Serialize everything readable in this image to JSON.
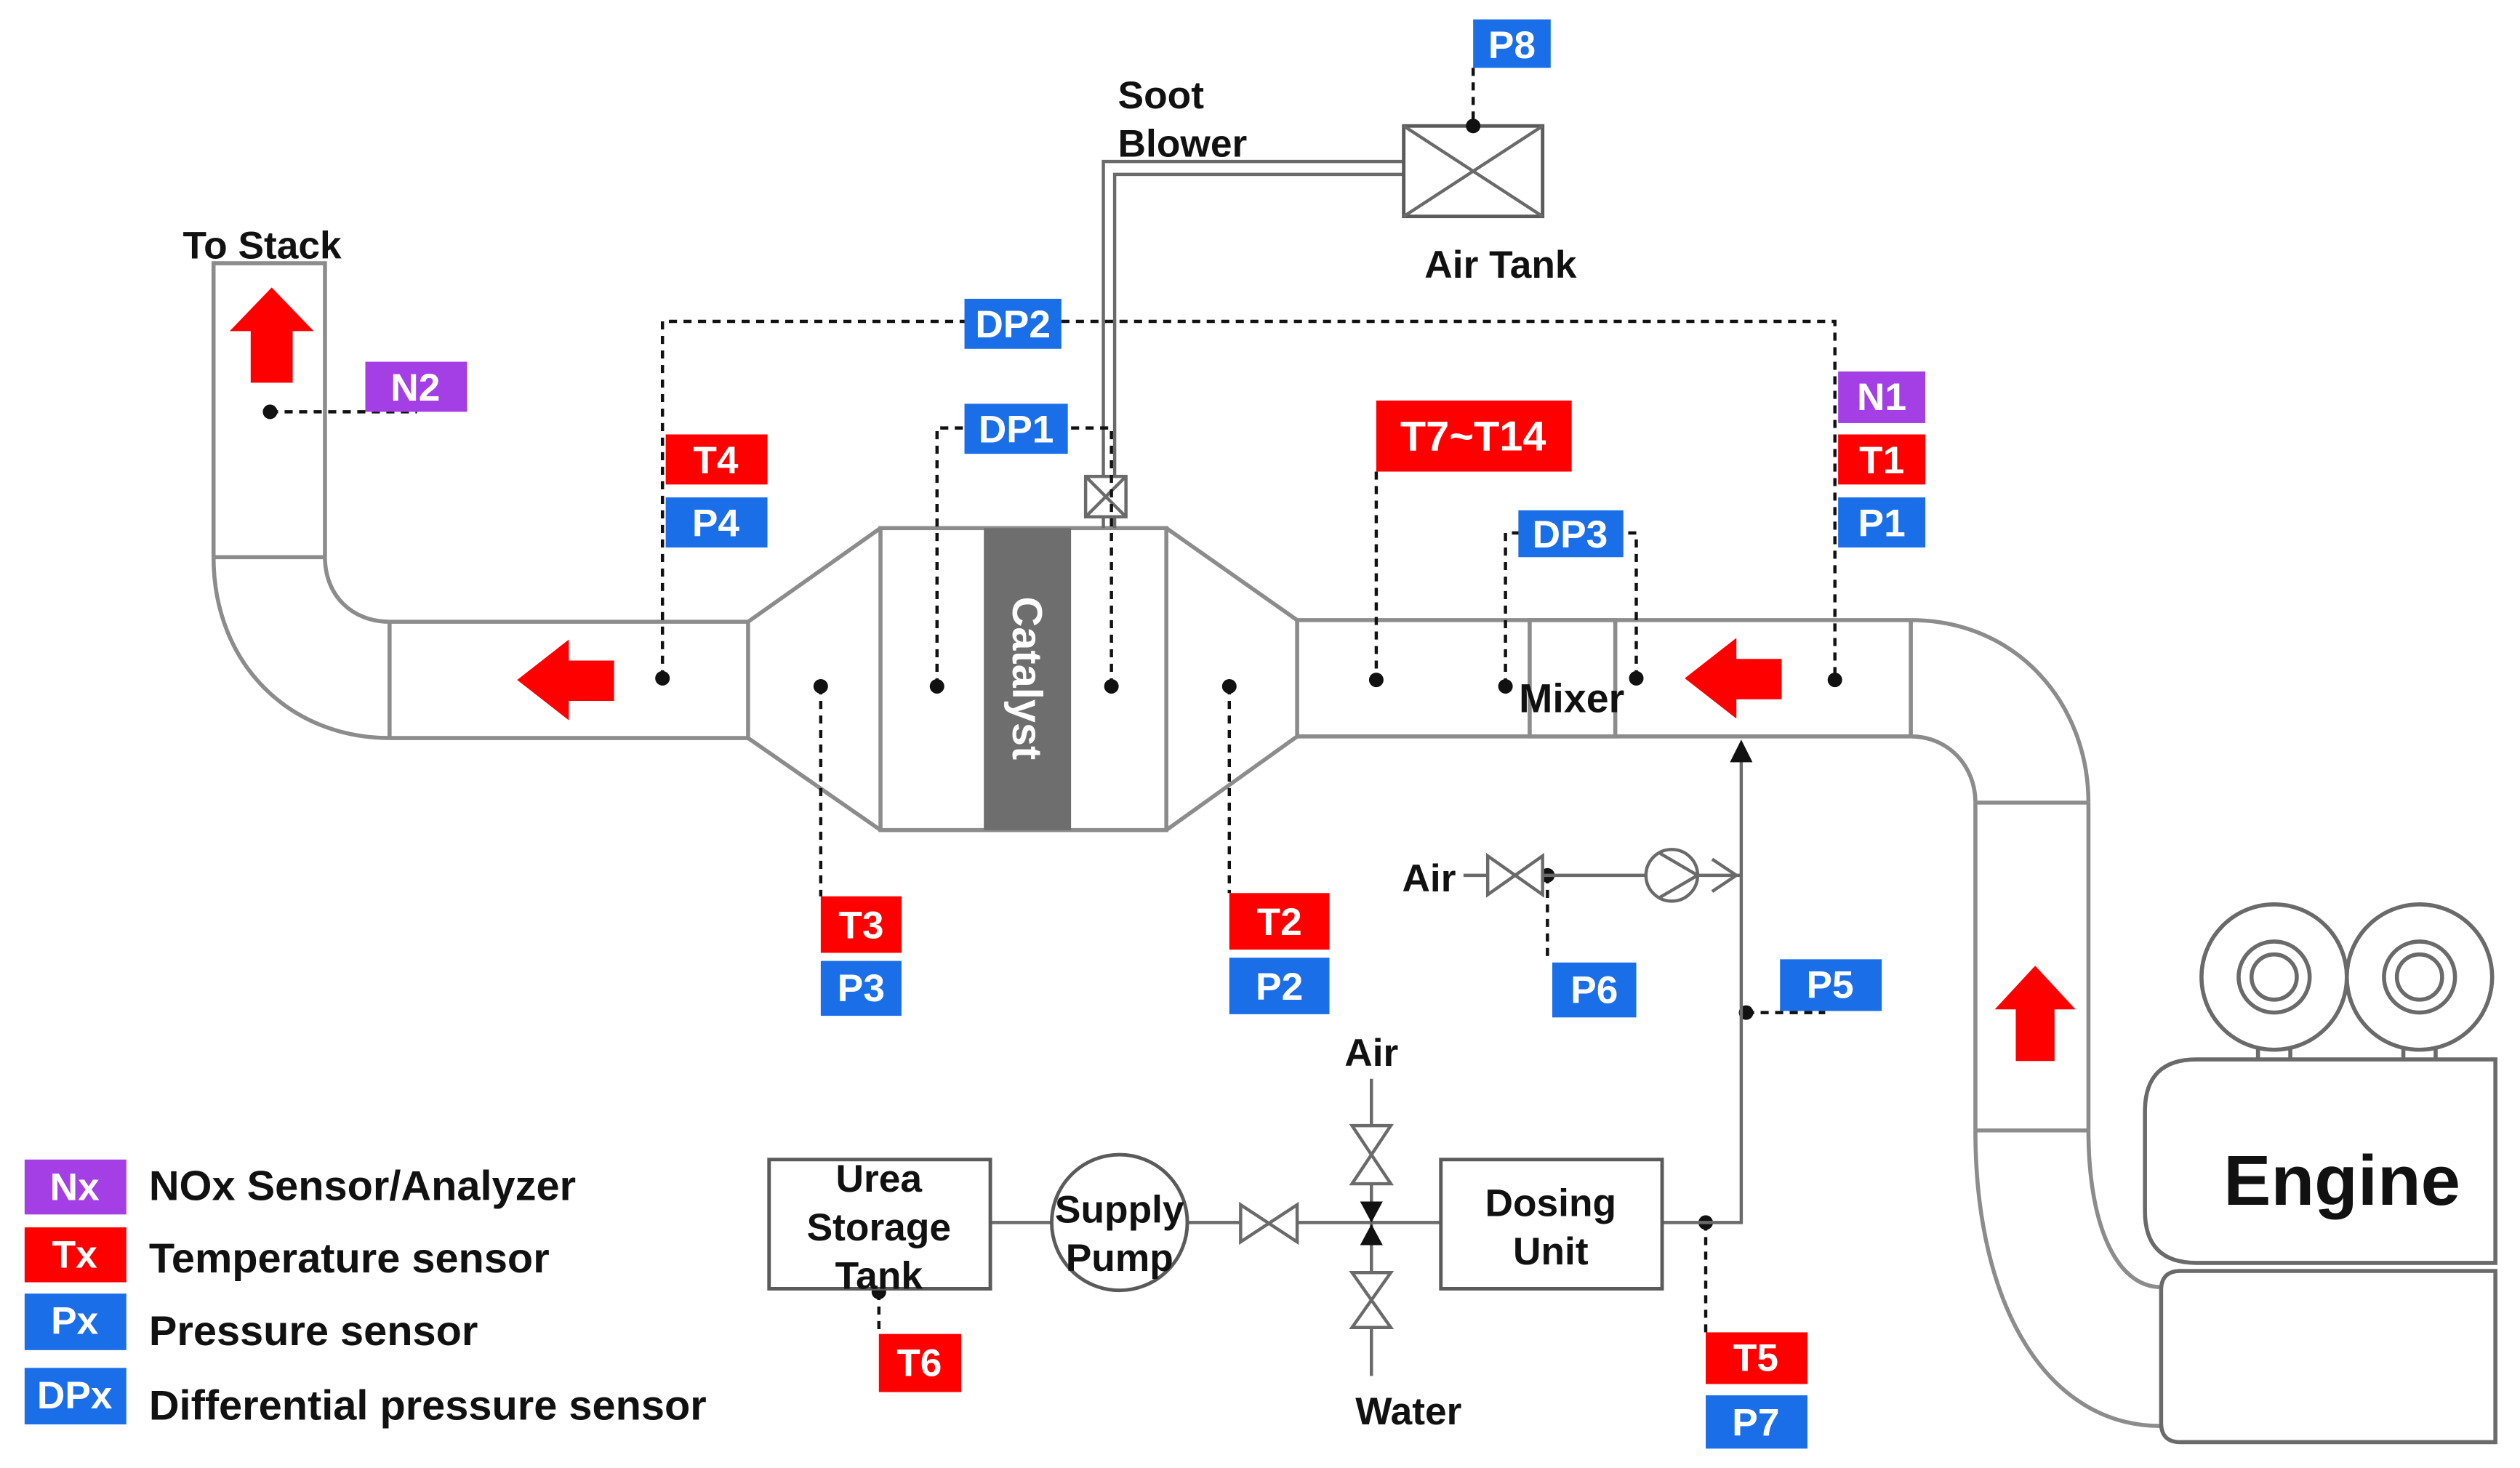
{
  "labels": {
    "to_stack": "To Stack",
    "soot_blower": [
      "Soot",
      "Blower"
    ],
    "air_tank": "Air Tank",
    "catalyst": "Catalyst",
    "mixer": "Mixer",
    "air_injection": "Air",
    "air_supply": "Air",
    "water_supply": "Water",
    "urea_storage_tank": [
      "Urea",
      "Storage",
      "Tank"
    ],
    "supply_pump": [
      "Supply",
      "Pump"
    ],
    "dosing_unit": [
      "Dosing",
      "Unit"
    ],
    "engine": "Engine"
  },
  "sensors": {
    "n1": "N1",
    "n2": "N2",
    "t1": "T1",
    "t2": "T2",
    "t3": "T3",
    "t4": "T4",
    "t5": "T5",
    "t6": "T6",
    "t7_t14": "T7~T14",
    "p1": "P1",
    "p2": "P2",
    "p3": "P3",
    "p4": "P4",
    "p5": "P5",
    "p6": "P6",
    "p7": "P7",
    "p8": "P8",
    "dp1": "DP1",
    "dp2": "DP2",
    "dp3": "DP3"
  },
  "legend": [
    {
      "code": "Nx",
      "text": "NOx Sensor/Analyzer"
    },
    {
      "code": "Tx",
      "text": "Temperature sensor"
    },
    {
      "code": "Px",
      "text": "Pressure sensor"
    },
    {
      "code": "DPx",
      "text": "Differential pressure sensor"
    }
  ],
  "colors": {
    "nox": "#a33fe4",
    "temperature": "#ff0000",
    "pressure": "#1a6fe8",
    "catalyst": "#6e6e6e",
    "flow_arrow": "#ff0000"
  }
}
